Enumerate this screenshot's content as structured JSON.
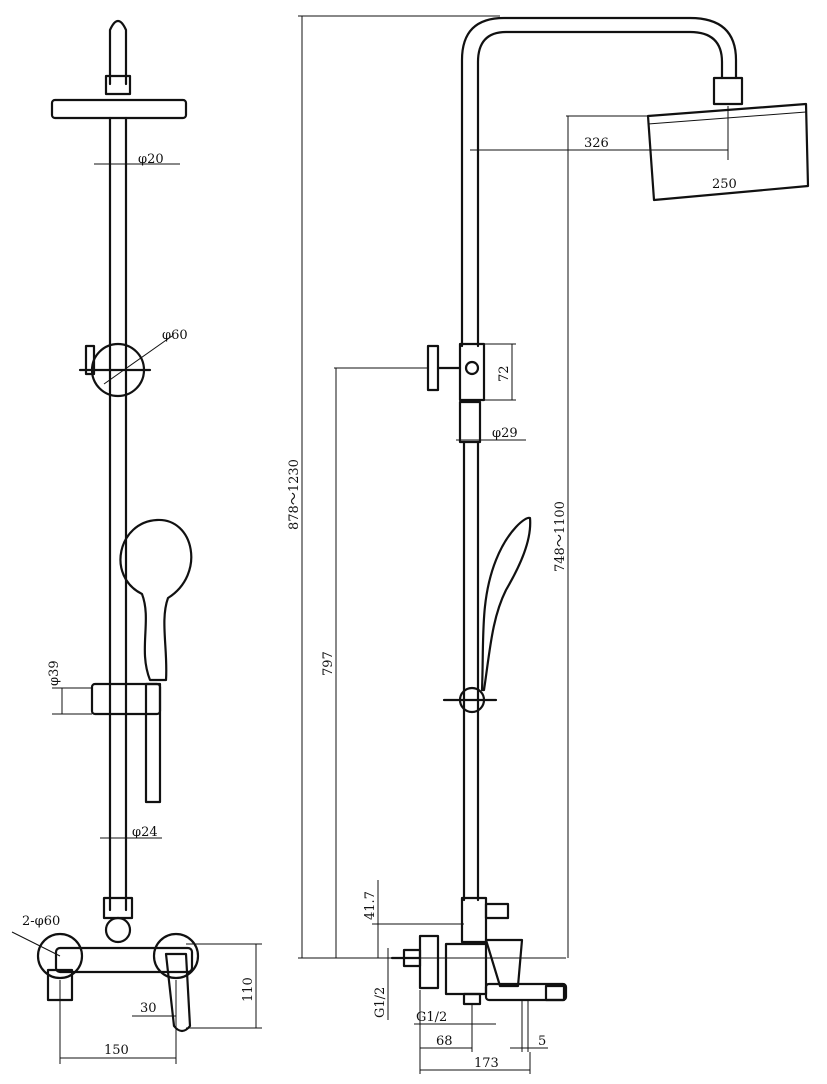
{
  "front_view": {
    "rod_diameter": "φ20",
    "holder_diameter": "φ60",
    "slider_diameter": "φ39",
    "pipe_diameter": "φ24",
    "flange_spec": "2-φ60",
    "offset_30": "30",
    "height_110": "110",
    "centers_150": "150"
  },
  "side_view": {
    "total_height": "878～1230",
    "head_reach": "326",
    "head_size": "250",
    "holder_height": "72",
    "rail_diameter": "φ29",
    "height_797": "797",
    "head_height": "748～1100",
    "valve_offset": "41.7",
    "inlet_thread": "G1/2",
    "outlet_thread": "G1/2",
    "depth_68": "68",
    "spout_gap": "5",
    "overall_depth": "173"
  }
}
